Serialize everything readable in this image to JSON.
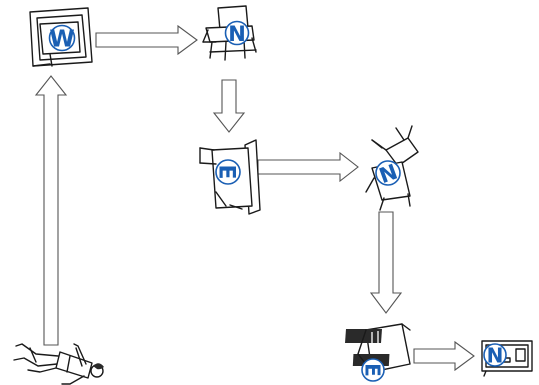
{
  "colors": {
    "ink": "#1a1a1a",
    "label": "#1a5fb4",
    "arrow_outline": "#555555"
  },
  "nodes": [
    {
      "id": "door",
      "icon": "door-icon",
      "label": "W"
    },
    {
      "id": "chair-upright",
      "icon": "chair-icon",
      "label": "N"
    },
    {
      "id": "chair-toppled",
      "icon": "toppled-chair-icon",
      "label": "E"
    },
    {
      "id": "chair-thrown",
      "icon": "chair-in-air-icon",
      "label": "N"
    },
    {
      "id": "radiator",
      "icon": "radiator-icon",
      "label": "E"
    },
    {
      "id": "wall-socket",
      "icon": "wall-socket-icon",
      "label": "N"
    },
    {
      "id": "person",
      "icon": "person-lying-icon",
      "label": ""
    }
  ],
  "edges": [
    {
      "from": "door",
      "to": "chair-upright"
    },
    {
      "from": "chair-upright",
      "to": "chair-toppled"
    },
    {
      "from": "chair-toppled",
      "to": "chair-thrown"
    },
    {
      "from": "chair-thrown",
      "to": "radiator"
    },
    {
      "from": "radiator",
      "to": "wall-socket"
    },
    {
      "from": "person",
      "to": "door"
    }
  ]
}
